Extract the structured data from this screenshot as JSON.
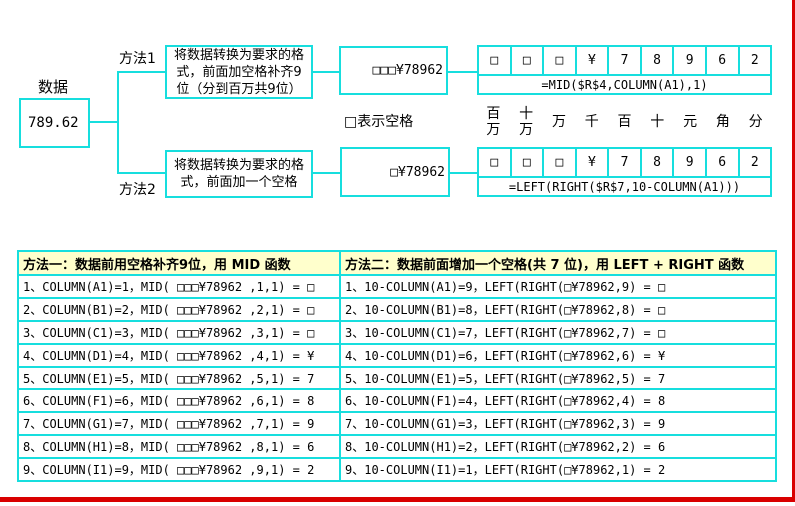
{
  "colors": {
    "accent_cyan": "#17dede",
    "accent_red": "#d90000",
    "table_header_bg": "#ffffcc",
    "text": "#000000",
    "background": "#ffffff"
  },
  "diagram": {
    "source": {
      "label": "数据",
      "value": "789.62"
    },
    "space_note": "□表示空格",
    "method1": {
      "label": "方法1",
      "description": "将数据转换为要求的格式，前面加空格补齐9位（分到百万共9位）",
      "result": "□□□¥78962",
      "formula": "=MID($R$4,COLUMN(A1),1)",
      "cells": [
        "□",
        "□",
        "□",
        "¥",
        "7",
        "8",
        "9",
        "6",
        "2"
      ]
    },
    "method2": {
      "label": "方法2",
      "description": "将数据转换为要求的格式，前面加一个空格",
      "result": "□¥78962",
      "formula": "=LEFT(RIGHT($R$7,10-COLUMN(A1)))",
      "cells": [
        "□",
        "□",
        "□",
        "¥",
        "7",
        "8",
        "9",
        "6",
        "2"
      ]
    },
    "place_value_labels": [
      "百万",
      "十万",
      "万",
      "千",
      "百",
      "十",
      "元",
      "角",
      "分"
    ]
  },
  "table": {
    "headers": {
      "method1": "方法一：数据前用空格补齐9位，用 MID 函数",
      "method2": "方法二：数据前面增加一个空格(共 7 位)，用 LEFT + RIGHT 函数"
    },
    "rows": [
      {
        "left": "1、COLUMN(A1)=1，MID( □□□¥78962 ,1,1) = □",
        "right": "1、10-COLUMN(A1)=9，LEFT(RIGHT(□¥78962,9) = □"
      },
      {
        "left": "2、COLUMN(B1)=2，MID( □□□¥78962 ,2,1) = □",
        "right": "2、10-COLUMN(B1)=8，LEFT(RIGHT(□¥78962,8) = □"
      },
      {
        "left": "3、COLUMN(C1)=3，MID( □□□¥78962 ,3,1) = □",
        "right": "3、10-COLUMN(C1)=7，LEFT(RIGHT(□¥78962,7) = □"
      },
      {
        "left": "4、COLUMN(D1)=4，MID( □□□¥78962 ,4,1) = ¥",
        "right": "4、10-COLUMN(D1)=6，LEFT(RIGHT(□¥78962,6) = ¥"
      },
      {
        "left": "5、COLUMN(E1)=5，MID( □□□¥78962 ,5,1) = 7",
        "right": "5、10-COLUMN(E1)=5，LEFT(RIGHT(□¥78962,5) = 7"
      },
      {
        "left": "6、COLUMN(F1)=6，MID( □□□¥78962 ,6,1) = 8",
        "right": "6、10-COLUMN(F1)=4，LEFT(RIGHT(□¥78962,4) = 8"
      },
      {
        "left": "7、COLUMN(G1)=7，MID( □□□¥78962 ,7,1) = 9",
        "right": "7、10-COLUMN(G1)=3，LEFT(RIGHT(□¥78962,3) = 9"
      },
      {
        "left": "8、COLUMN(H1)=8，MID( □□□¥78962 ,8,1) = 6",
        "right": "8、10-COLUMN(H1)=2，LEFT(RIGHT(□¥78962,2) = 6"
      },
      {
        "left": "9、COLUMN(I1)=9，MID( □□□¥78962 ,9,1) = 2",
        "right": "9、10-COLUMN(I1)=1，LEFT(RIGHT(□¥78962,1) = 2"
      }
    ]
  }
}
